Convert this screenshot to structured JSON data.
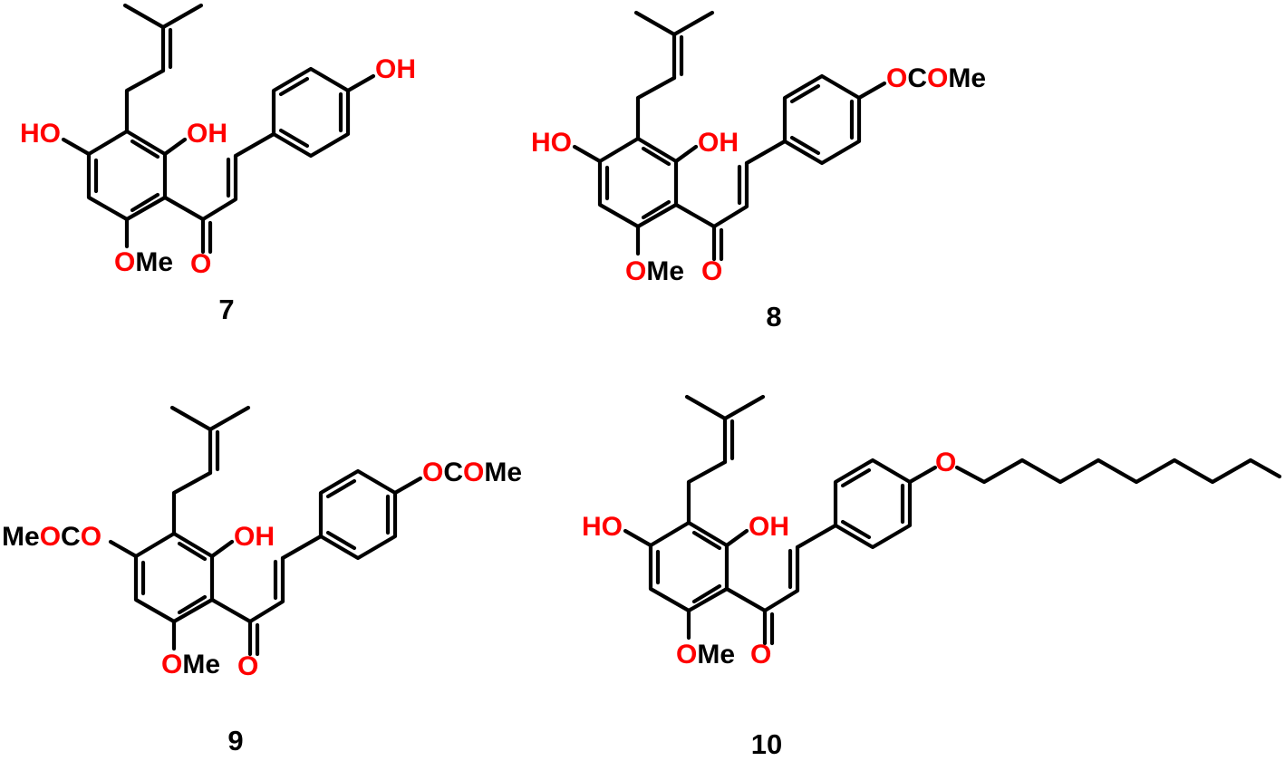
{
  "colors": {
    "heteroatom": "#ff0000",
    "carbon": "#000000"
  },
  "compounds": [
    {
      "number": "7",
      "labels": {
        "upper_left": "HO",
        "upper_right": "OH",
        "bottom_left": "OMe",
        "carbonyl": "O",
        "para": "OH"
      }
    },
    {
      "number": "8",
      "labels": {
        "upper_left": "HO",
        "upper_right": "OH",
        "bottom_left": "OMe",
        "carbonyl": "O",
        "para": "OCOMe"
      }
    },
    {
      "number": "9",
      "labels": {
        "upper_left": "MeOCO",
        "upper_right": "OH",
        "bottom_left": "OMe",
        "carbonyl": "O",
        "para": "OCOMe"
      }
    },
    {
      "number": "10",
      "labels": {
        "upper_left": "HO",
        "upper_right": "OH",
        "bottom_left": "OMe",
        "carbonyl": "O",
        "para": "O"
      }
    }
  ]
}
